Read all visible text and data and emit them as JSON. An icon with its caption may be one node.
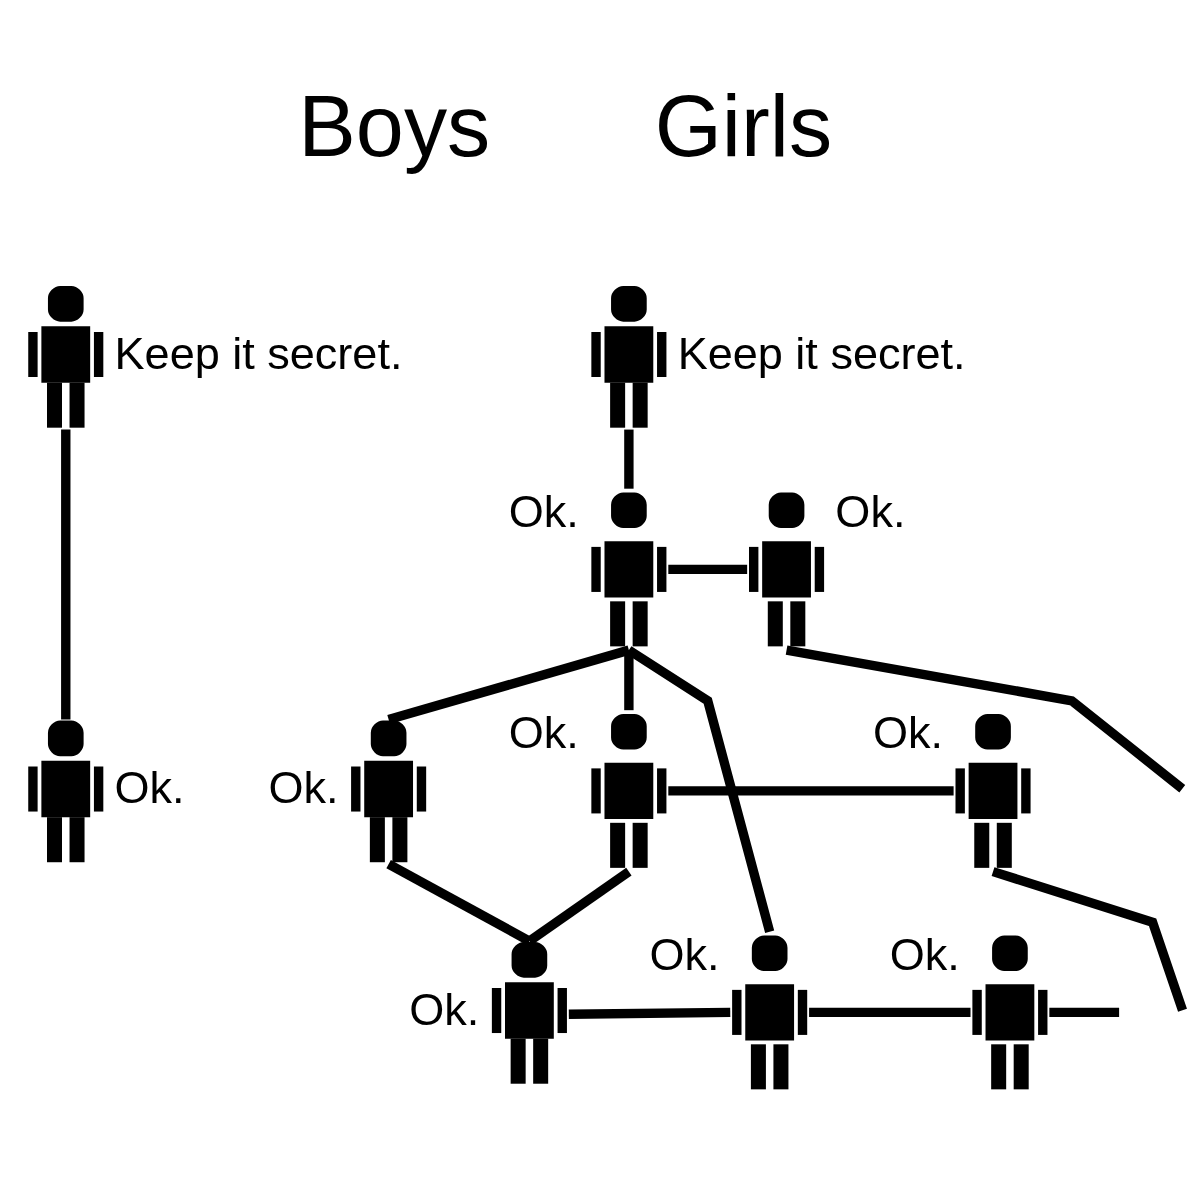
{
  "diagram": {
    "nodes": [
      {
        "text": [],
        "shape": "person",
        "beside": [
          "Keep it secret."
        ]
      },
      {
        "text": [],
        "shape": "person",
        "beside": [
          "Ok."
        ]
      },
      {
        "text": [],
        "shape": "person",
        "beside": [
          "Keep it secret."
        ]
      },
      {
        "text": [],
        "shape": "person",
        "beside": [
          "Ok."
        ]
      },
      {
        "text": [],
        "shape": "person",
        "beside": [
          "Ok."
        ]
      },
      {
        "text": [],
        "shape": "person",
        "beside": [
          "Ok."
        ]
      },
      {
        "text": [],
        "shape": "person",
        "beside": [
          "Ok."
        ]
      },
      {
        "text": [],
        "shape": "person",
        "beside": [
          "Ok."
        ]
      },
      {
        "text": [],
        "shape": "person",
        "beside": [
          "Ok."
        ]
      },
      {
        "text": [],
        "shape": "person",
        "beside": [
          "Ok."
        ]
      },
      {
        "text": [],
        "shape": "person",
        "beside": [
          "Ok."
        ]
      }
    ],
    "edges": [
      {
        "from": 0,
        "to": 1,
        "arrow": "none"
      },
      {
        "from": 2,
        "to": 3,
        "arrow": "none"
      },
      {
        "from": 3,
        "to": 4,
        "arrow": "none"
      },
      {
        "from": 3,
        "to": 5,
        "arrow": "none"
      },
      {
        "from": 3,
        "to": 6,
        "arrow": "none"
      },
      {
        "from": 3,
        "to": 9,
        "arrow": "none"
      },
      {
        "from": 4,
        "to": null,
        "arrow": "none"
      },
      {
        "from": 6,
        "to": 7,
        "arrow": "none"
      },
      {
        "from": 7,
        "to": null,
        "arrow": "none"
      },
      {
        "from": 5,
        "to": 8,
        "arrow": "none"
      },
      {
        "from": 6,
        "to": 8,
        "arrow": "none"
      },
      {
        "from": 8,
        "to": 9,
        "arrow": "none"
      },
      {
        "from": 9,
        "to": 10,
        "arrow": "none"
      },
      {
        "from": 10,
        "to": null,
        "arrow": "none"
      }
    ],
    "labels": [
      "Boys",
      "Girls"
    ]
  }
}
